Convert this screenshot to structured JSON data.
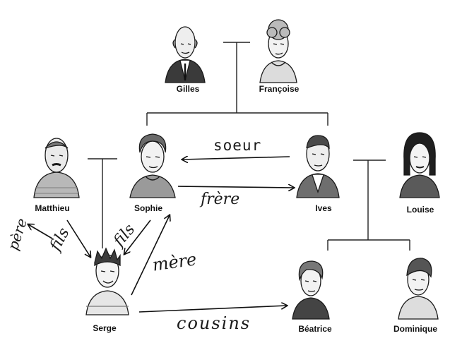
{
  "people": {
    "gilles": "Gilles",
    "francoise": "Françoise",
    "matthieu": "Matthieu",
    "sophie": "Sophie",
    "ives": "Ives",
    "louise": "Louise",
    "serge": "Serge",
    "beatrice": "Béatrice",
    "dominique": "Dominique"
  },
  "annotations": {
    "soeur": "soeur",
    "frere": "frère",
    "pere": "père",
    "fils_1": "fils",
    "fils_2": "fils",
    "mere": "mère",
    "cousins": "cousins"
  }
}
